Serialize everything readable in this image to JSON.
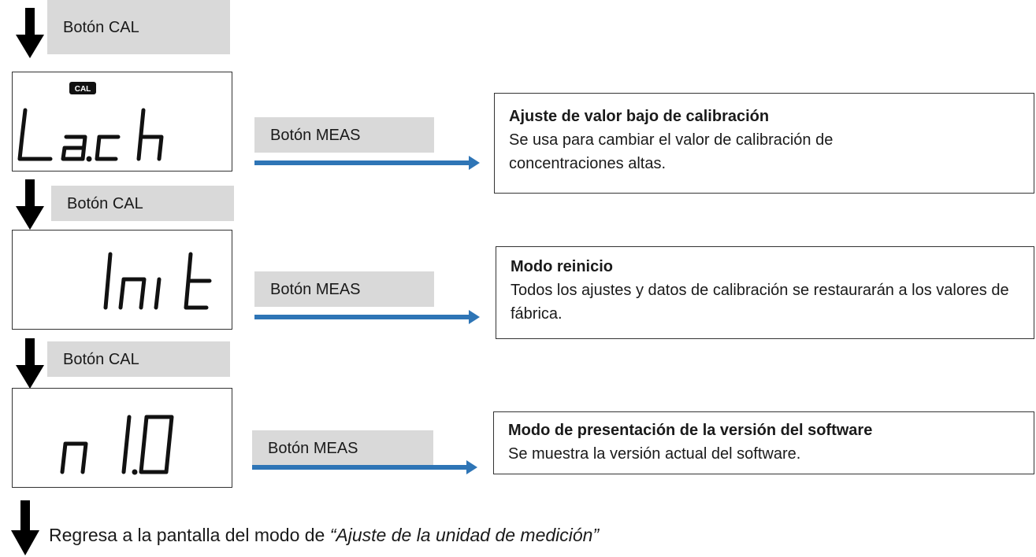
{
  "steps": [
    {
      "cal_button": "Botón CAL",
      "display": "Lach",
      "display_badge": "CAL",
      "meas_button": "Botón MEAS",
      "title": "Ajuste de valor bajo de calibración",
      "body": "Se usa para cambiar el valor de calibración de concentraciones altas."
    },
    {
      "cal_button": "Botón CAL",
      "display": "Init",
      "meas_button": "Botón MEAS",
      "title": "Modo reinicio",
      "body": "Todos los ajustes y datos de calibración se restaurarán a los valores de fábrica."
    },
    {
      "cal_button": "Botón CAL",
      "display": "n1.0",
      "meas_button": "Botón MEAS",
      "title": "Modo de presentación de la versión del software",
      "body": "Se muestra la versión actual del software."
    }
  ],
  "footer": {
    "prefix": "Regresa a la pantalla del modo de ",
    "emphasis": "“Ajuste de la unidad de medición”"
  },
  "colors": {
    "flow_arrow": "#000000",
    "meas_arrow": "#2e75b6",
    "label_fill": "#d9d9d9"
  }
}
